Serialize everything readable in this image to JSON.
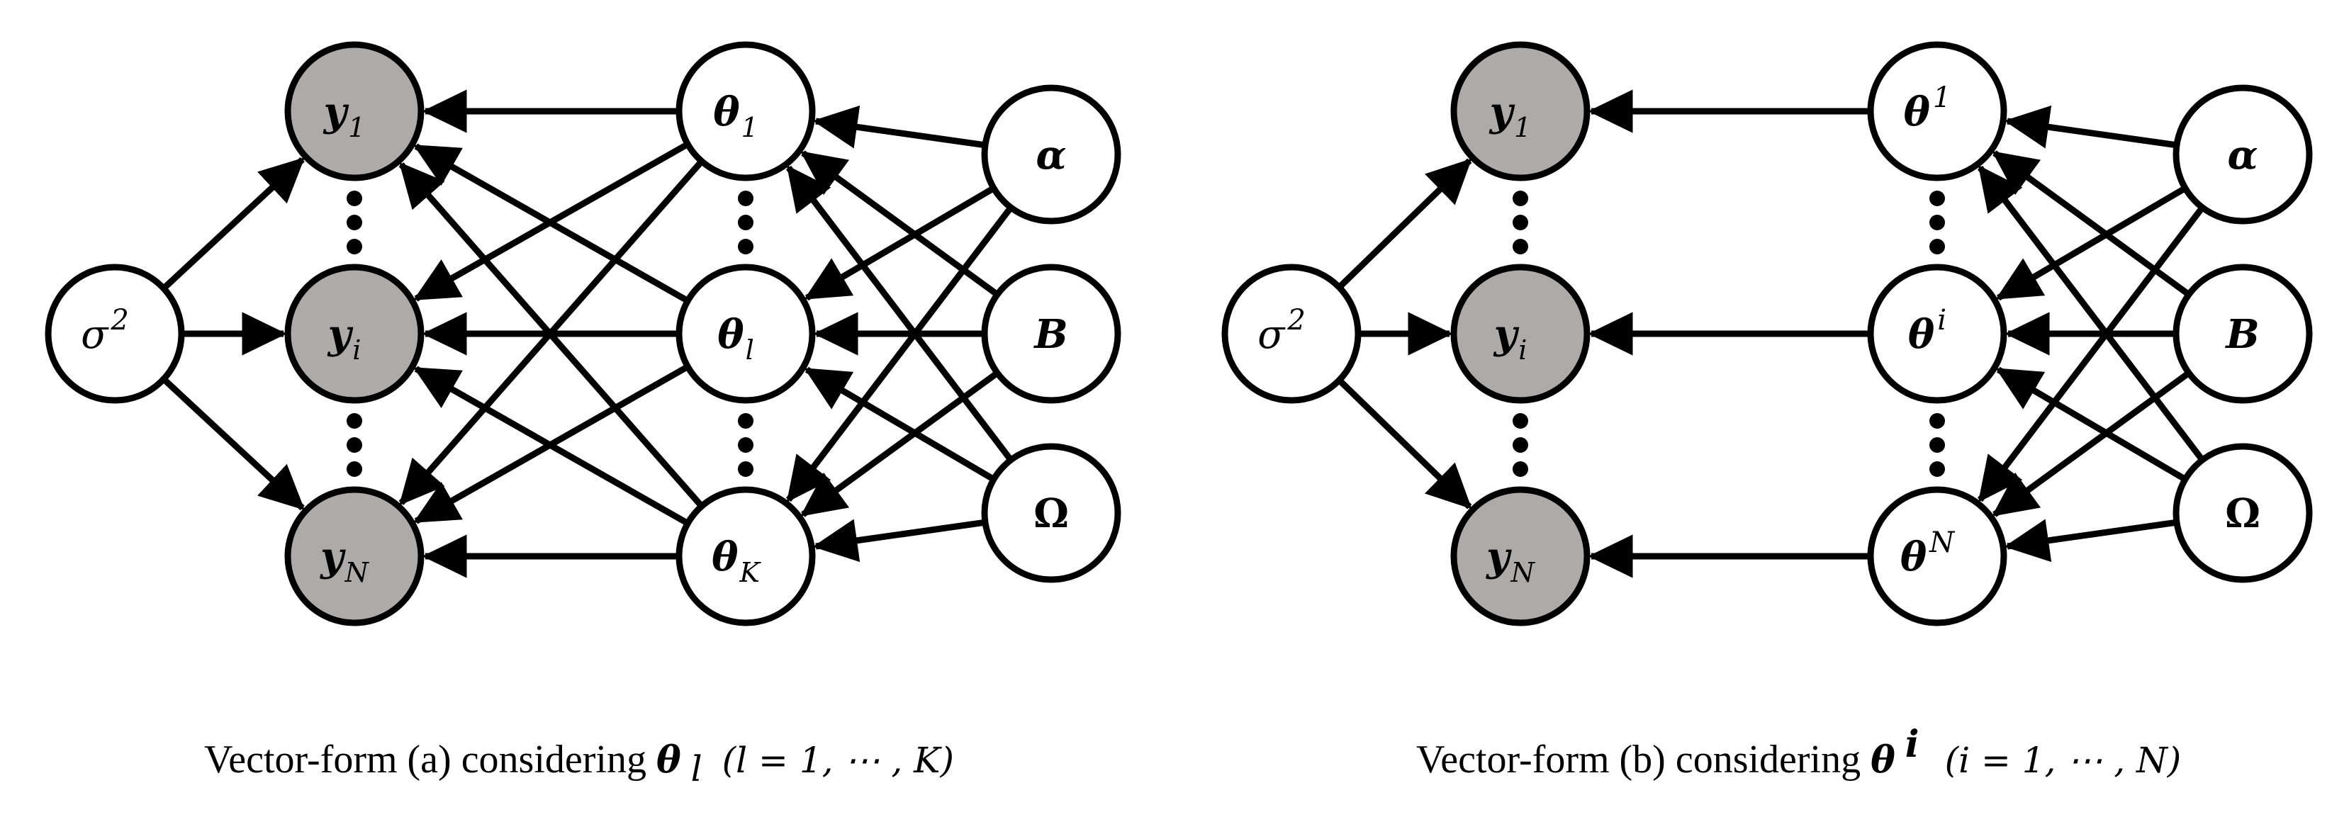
{
  "panels": [
    {
      "id": "a",
      "caption": {
        "text": "Vector-form (a) considering ",
        "symbol": "θ",
        "symbol_sub": "l",
        "range": "(l = 1, ⋯ , K)"
      },
      "nodes": {
        "sigma": {
          "base": "σ",
          "sup": "2",
          "sub": ""
        },
        "y_top": {
          "base": "y",
          "sub": "1",
          "sup": ""
        },
        "y_mid": {
          "base": "y",
          "sub": "i",
          "sup": ""
        },
        "y_bot": {
          "base": "y",
          "sub": "N",
          "sup": ""
        },
        "theta_top": {
          "base": "θ",
          "sub": "1",
          "sup": ""
        },
        "theta_mid": {
          "base": "θ",
          "sub": "l",
          "sup": ""
        },
        "theta_bot": {
          "base": "θ",
          "sub": "K",
          "sup": ""
        },
        "alpha": {
          "base": "α",
          "sub": "",
          "sup": ""
        },
        "B": {
          "base": "B",
          "sub": "",
          "sup": ""
        },
        "Omega": {
          "base": "Ω",
          "sub": "",
          "sup": ""
        }
      },
      "connectivity": "full"
    },
    {
      "id": "b",
      "caption": {
        "text": "Vector-form (b) considering ",
        "symbol": "θ",
        "symbol_sup": "i",
        "range": "(i = 1, ⋯ , N)"
      },
      "nodes": {
        "sigma": {
          "base": "σ",
          "sup": "2",
          "sub": ""
        },
        "y_top": {
          "base": "y",
          "sub": "1",
          "sup": ""
        },
        "y_mid": {
          "base": "y",
          "sub": "i",
          "sup": ""
        },
        "y_bot": {
          "base": "y",
          "sub": "N",
          "sup": ""
        },
        "theta_top": {
          "base": "θ",
          "sub": "",
          "sup": "1"
        },
        "theta_mid": {
          "base": "θ",
          "sub": "",
          "sup": "i"
        },
        "theta_bot": {
          "base": "θ",
          "sub": "",
          "sup": "N"
        },
        "alpha": {
          "base": "α",
          "sub": "",
          "sup": ""
        },
        "B": {
          "base": "B",
          "sub": "",
          "sup": ""
        },
        "Omega": {
          "base": "Ω",
          "sub": "",
          "sup": ""
        }
      },
      "connectivity": "one-to-one"
    }
  ]
}
